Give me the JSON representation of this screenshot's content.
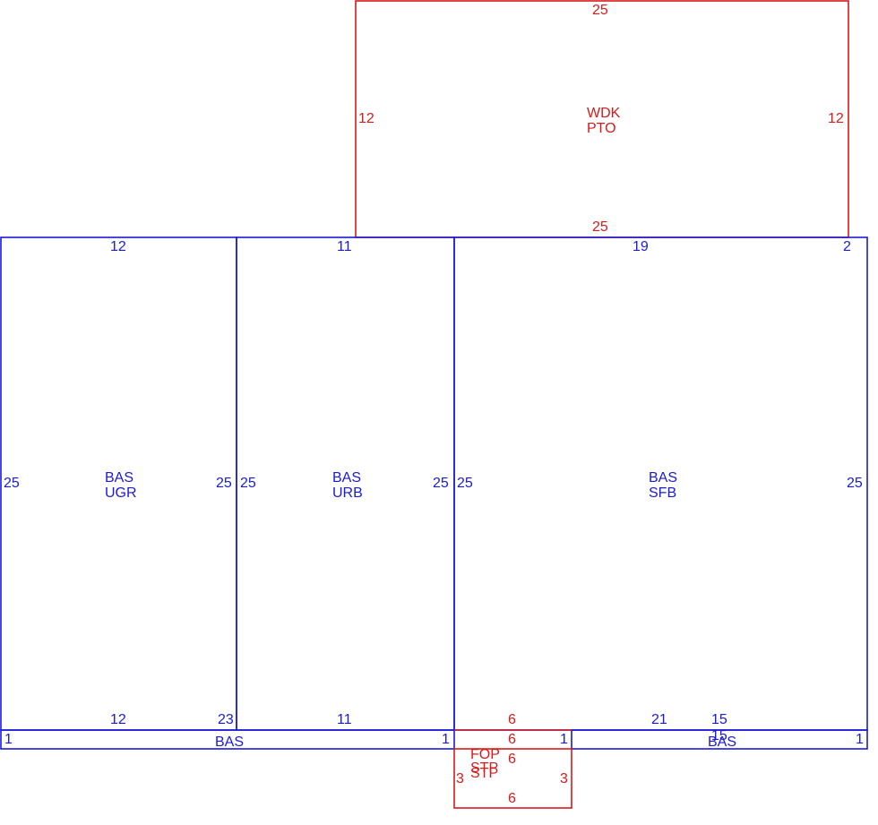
{
  "colors": {
    "living_area": "#1a1ad8",
    "exterior_area": "#d81a1a"
  },
  "areas": {
    "wdk": {
      "codes": [
        "WDK",
        "PTO"
      ],
      "dims": {
        "top": "25",
        "bottom": "25",
        "left": "12",
        "right": "12"
      }
    },
    "ugr": {
      "codes": [
        "BAS",
        "UGR"
      ],
      "dims": {
        "top": "12",
        "bottom": "12",
        "left": "25",
        "right": "25"
      }
    },
    "urb": {
      "codes": [
        "BAS",
        "URB"
      ],
      "dims": {
        "top": "11",
        "bottom": "11",
        "left": "25",
        "right": "25"
      }
    },
    "sfb": {
      "codes": [
        "BAS",
        "SFB"
      ],
      "dims": {
        "top": "19",
        "top_right": "2",
        "bottom_a": "21",
        "bottom_b": "15",
        "left": "25",
        "right": "25"
      }
    },
    "bas_strip_left": {
      "code": "BAS",
      "dims": {
        "left": "1",
        "top": "23",
        "right": "1"
      }
    },
    "bas_strip_right": {
      "code": "BAS",
      "dims": {
        "left": "1",
        "top": "15",
        "right": "1"
      }
    },
    "fop": {
      "codes": [
        "FOP",
        "STP",
        "STP"
      ],
      "dims": {
        "top_outer": "6",
        "top": "6",
        "inner": "6",
        "bottom": "6",
        "left": "3",
        "right": "3"
      }
    }
  }
}
